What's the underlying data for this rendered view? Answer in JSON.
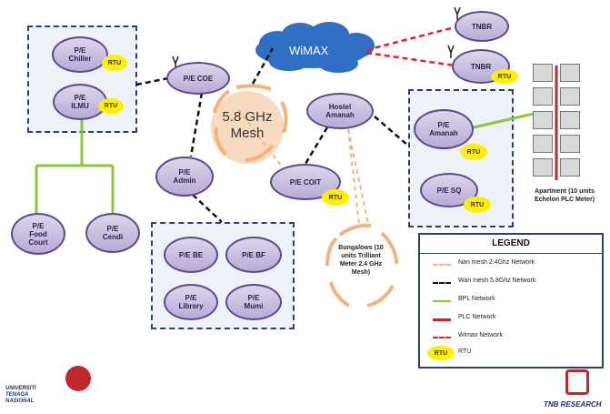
{
  "wimax": {
    "label": "WiMAX"
  },
  "mesh": {
    "line1": "5.8 GHz",
    "line2": "Mesh"
  },
  "nodes": {
    "chiller": {
      "l1": "P/E",
      "l2": "Chiller"
    },
    "ilmu": {
      "l1": "P/E",
      "l2": "ILMU"
    },
    "coe": {
      "l1": "P/E COE"
    },
    "hostel": {
      "l1": "Hostel",
      "l2": "Amanah"
    },
    "admin": {
      "l1": "P/E",
      "l2": "Admin"
    },
    "coit": {
      "l1": "P/E COIT"
    },
    "amanah": {
      "l1": "P/E",
      "l2": "Amanah"
    },
    "sq": {
      "l1": "P/E SQ"
    },
    "foodcourt": {
      "l1": "P/E",
      "l2": "Food",
      "l3": "Court"
    },
    "cendi": {
      "l1": "P/E",
      "l2": "Cendi"
    },
    "be": {
      "l1": "P/E BE"
    },
    "bf": {
      "l1": "P/E BF"
    },
    "library": {
      "l1": "P/E",
      "l2": "Library"
    },
    "mumi": {
      "l1": "P/E",
      "l2": "Mumi"
    },
    "tnbr1": {
      "l1": "TNBR"
    },
    "tnbr2": {
      "l1": "TNBR"
    }
  },
  "rtu_label": "RTU",
  "bungalows": {
    "text": "Bungalows (10 units Trilliant Meter 2.4 GHz Mesh)"
  },
  "apartment": {
    "text": "Apartment (10 units Echelon PLC Meter)"
  },
  "legend": {
    "title": "LEGEND",
    "items": [
      {
        "label": "Nan mesh 2.4Ghz Network",
        "color": "#f0b48a",
        "style": "dashed"
      },
      {
        "label": "Wan mesh 5.8Ghz Network",
        "color": "#111111",
        "style": "dashed"
      },
      {
        "label": "BPL Network",
        "color": "#8cc63f",
        "style": "solid"
      },
      {
        "label": "PLC Network",
        "color": "#c0282d",
        "style": "solid"
      },
      {
        "label": "Wimax Network",
        "color": "#e0202a",
        "style": "dashed"
      },
      {
        "label": "RTU",
        "color": "#ffef00",
        "style": "rtu"
      }
    ]
  },
  "logos": {
    "left_l1": "UNIVERSITI",
    "left_l2": "TENAGA",
    "left_l3": "NASIONAL",
    "right": "TNB RESEARCH"
  }
}
